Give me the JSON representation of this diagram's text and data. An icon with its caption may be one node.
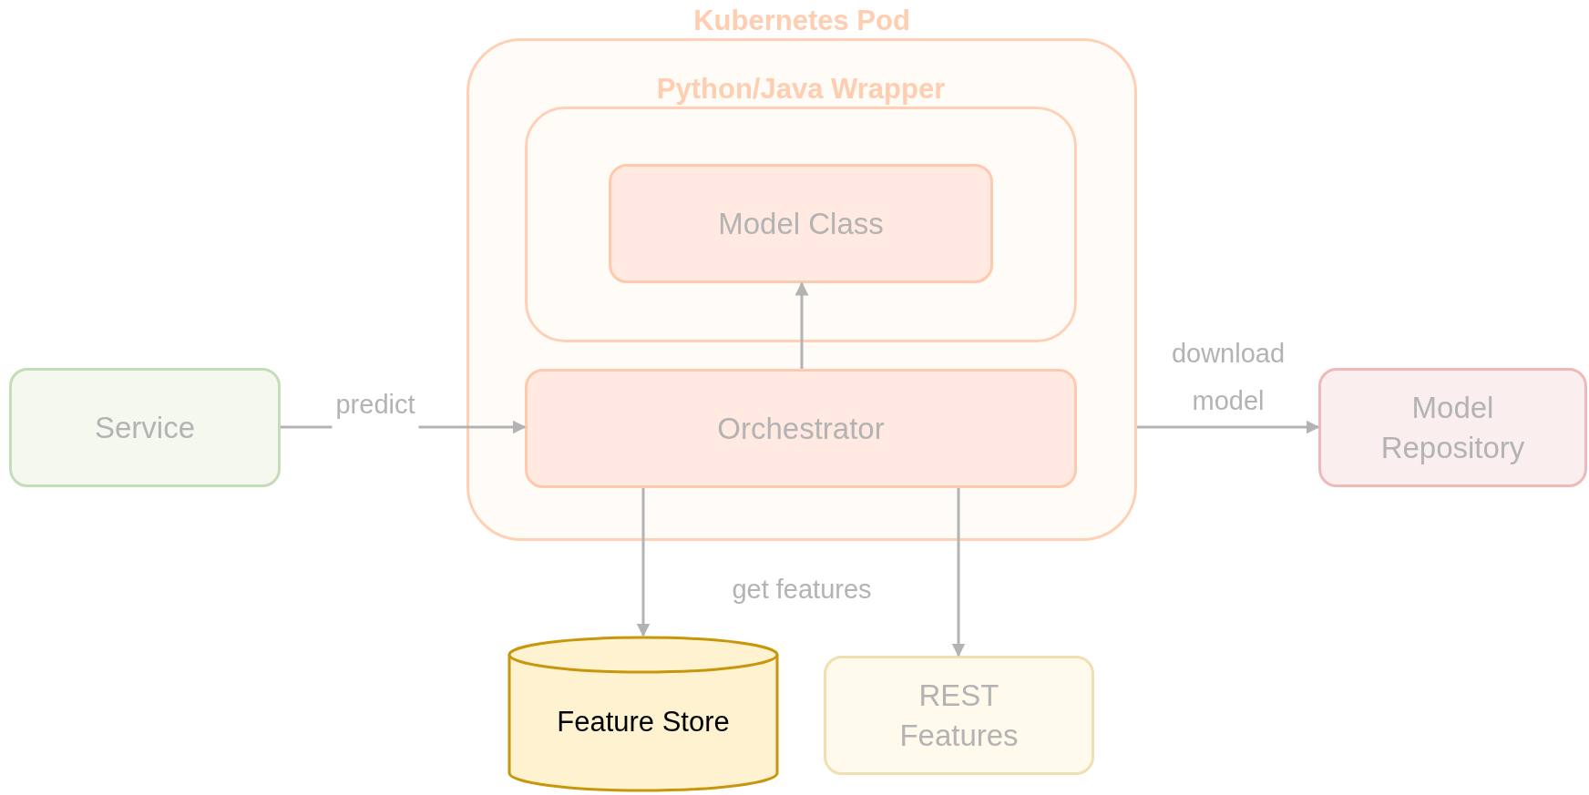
{
  "diagram": {
    "nodes": [
      {
        "text": [
          "Kubernetes Pod"
        ]
      },
      {
        "text": [
          "Python/Java Wrapper"
        ],
        "in": 0
      },
      {
        "text": [
          "Model Class"
        ],
        "in": 1
      },
      {
        "text": [
          "Orchestrator"
        ],
        "in": 0
      },
      {
        "text": [
          "Service"
        ]
      },
      {
        "text": [
          "Model Repository"
        ]
      },
      {
        "text": [
          "Feature Store"
        ]
      },
      {
        "text": [
          "REST Features"
        ]
      }
    ],
    "edges": [
      {
        "from": 4,
        "to": 3,
        "arrow": "to",
        "label": "predict"
      },
      {
        "from": 3,
        "to": 2,
        "arrow": "to"
      },
      {
        "from": 0,
        "to": 5,
        "arrow": "to",
        "label": "download model"
      },
      {
        "from": 3,
        "to": 6,
        "arrow": "to"
      },
      {
        "from": 3,
        "to": 7,
        "arrow": "to"
      }
    ],
    "labels": [
      "get features"
    ]
  }
}
